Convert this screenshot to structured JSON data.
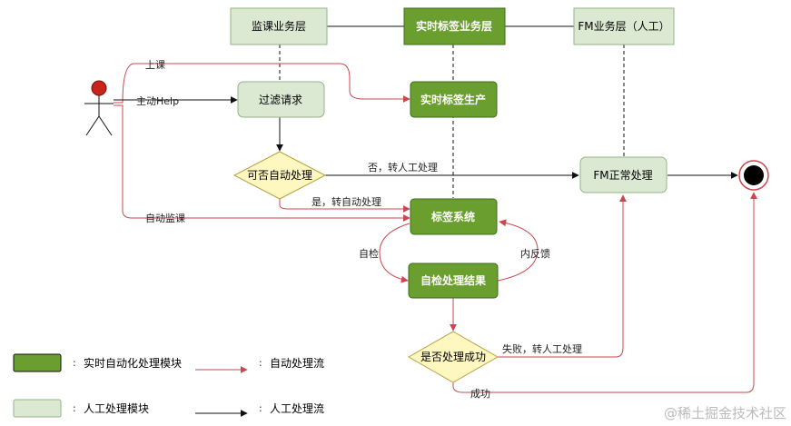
{
  "colors": {
    "auto_fill": "#6a9f2f",
    "auto_stroke": "#3f6b1c",
    "manual_fill": "#dbe9d3",
    "manual_stroke": "#96b389",
    "decision_fill": "#fff7c0",
    "decision_stroke": "#b8a244",
    "auto_flow": "#c9474f",
    "manual_flow": "#111111"
  },
  "lanes": {
    "jianke": "监课业务层",
    "realtime": "实时标签业务层",
    "fm": "FM业务层（人工）"
  },
  "nodes": {
    "filter": "过滤请求",
    "label_gen": "实时标签生产",
    "can_auto": "可否自动处理",
    "fm_handle": "FM正常处理",
    "label_sys": "标签系统",
    "self_check_result": "自检处理结果",
    "is_success": "是否处理成功"
  },
  "edges": {
    "shangke": "上课",
    "help": "主动Help",
    "no_manual": "否，转人工处理",
    "yes_auto": "是，转自动处理",
    "auto_monitor": "自动监课",
    "self_check": "自检",
    "feedback": "内反馈",
    "fail_manual": "失败，转人工处理",
    "success": "成功"
  },
  "legend": {
    "auto_module": "实时自动化处理模块",
    "manual_module": "人工处理模块",
    "auto_flow": "自动处理流",
    "manual_flow": "人工处理流",
    "colon": ":"
  },
  "watermark": "@稀土掘金技术社区"
}
